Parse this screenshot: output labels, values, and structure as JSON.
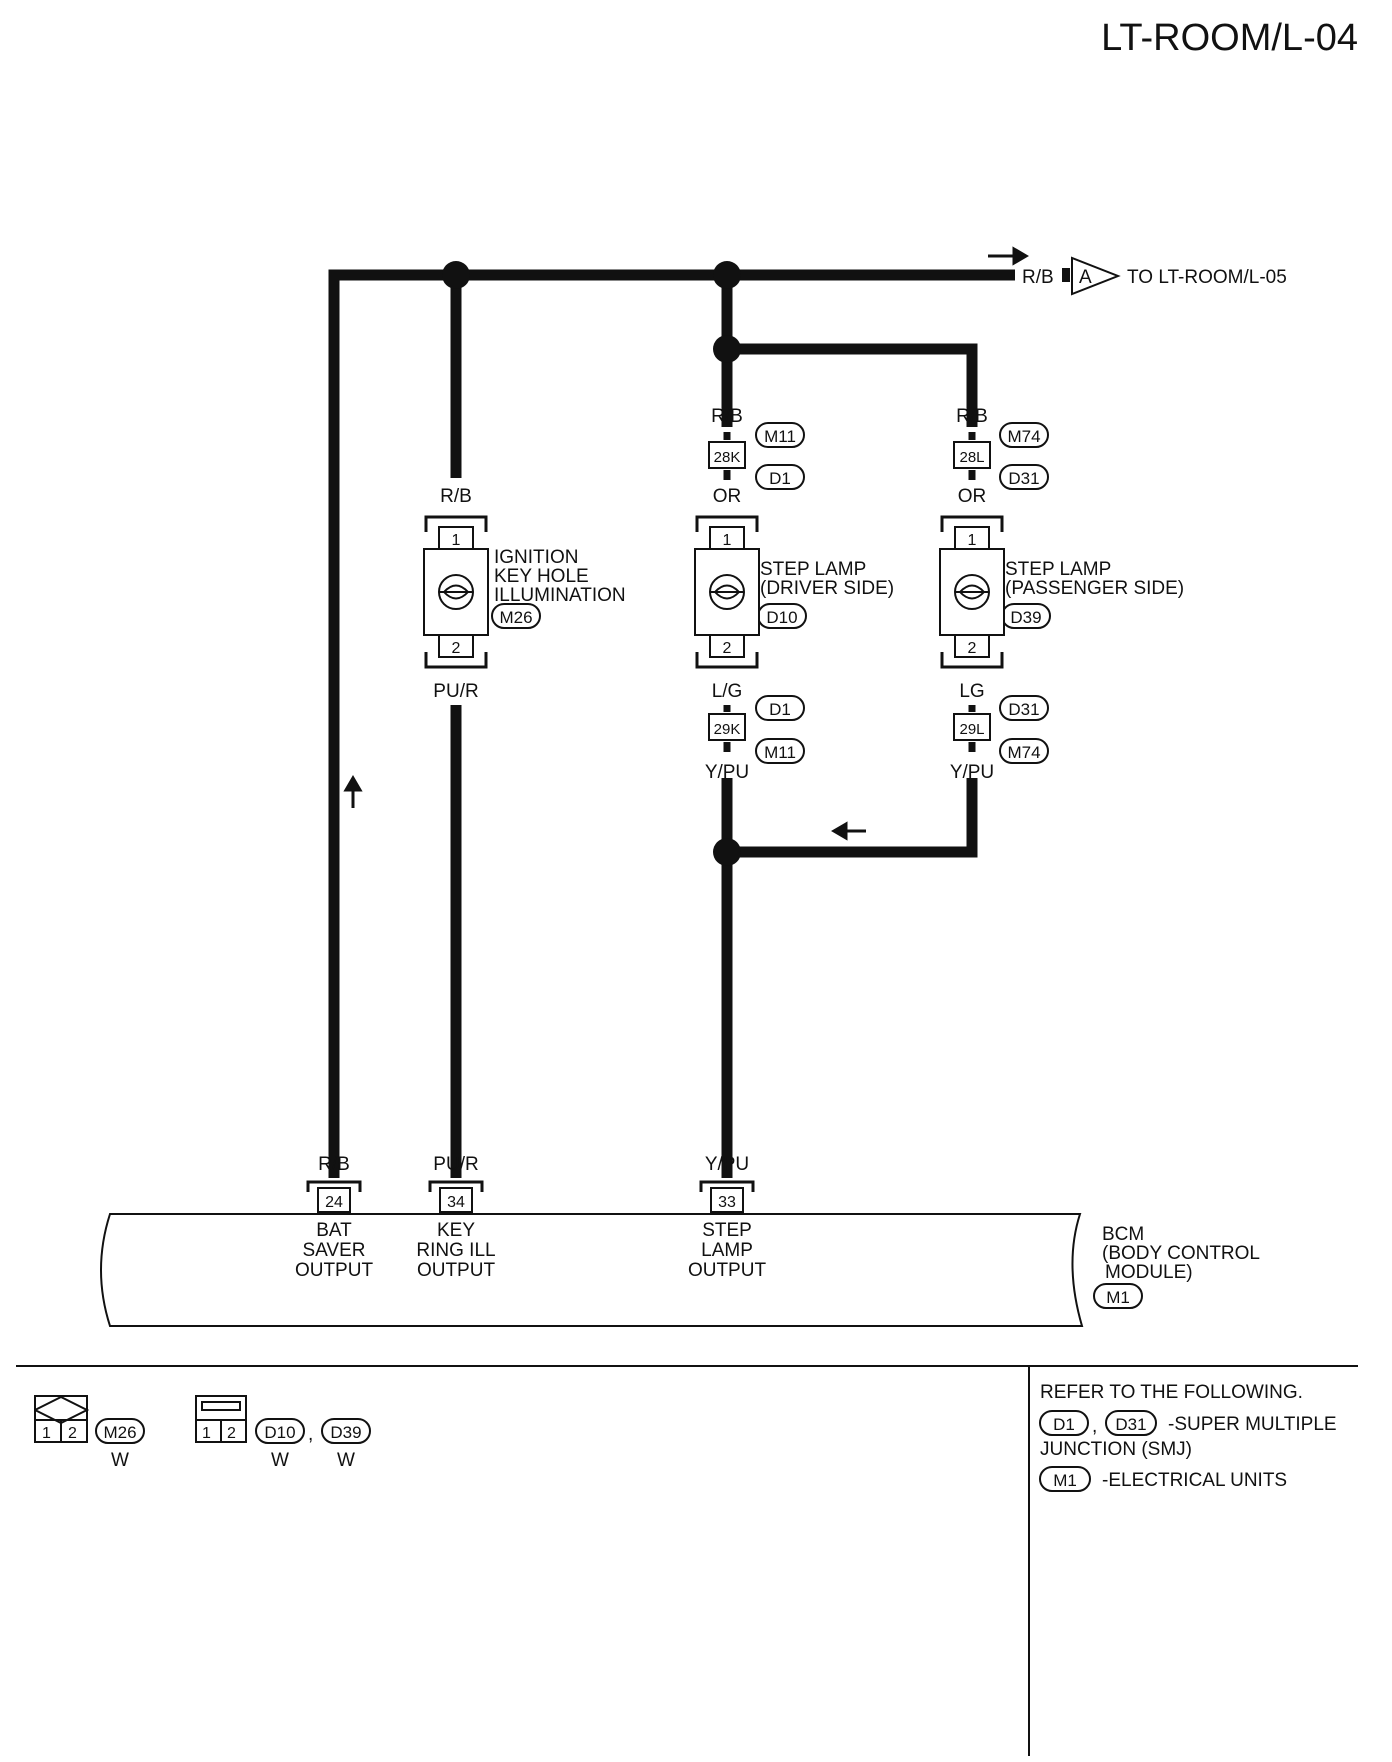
{
  "page_id": "LT-ROOM/L-04",
  "offpage": {
    "wire": "R/B",
    "connector": "A",
    "target": "TO LT-ROOM/L-05"
  },
  "wire_colors": {
    "rb": "R/B",
    "or": "OR",
    "pur": "PU/R",
    "lg_slash": "L/G",
    "lg": "LG",
    "ypu": "Y/PU"
  },
  "connectors": {
    "m11": "M11",
    "m74": "M74",
    "d1": "D1",
    "d31": "D31",
    "m26": "M26",
    "d10": "D10",
    "d39": "D39",
    "m1": "M1"
  },
  "terminals": {
    "t28k": "28K",
    "t28l": "28L",
    "t29k": "29K",
    "t29l": "29L",
    "pin1": "1",
    "pin2": "2",
    "t24": "24",
    "t34": "34",
    "t33": "33"
  },
  "components": {
    "ignition": [
      "IGNITION",
      "KEY HOLE",
      "ILLUMINATION"
    ],
    "step_driver": [
      "STEP LAMP",
      "(DRIVER SIDE)"
    ],
    "step_passenger": [
      "STEP LAMP",
      "(PASSENGER SIDE)"
    ]
  },
  "bcm": {
    "name": [
      "BCM",
      "(BODY CONTROL",
      "MODULE)"
    ],
    "outputs": {
      "bat_saver": [
        "BAT",
        "SAVER",
        "OUTPUT"
      ],
      "key_ring": [
        "KEY",
        "RING ILL",
        "OUTPUT"
      ],
      "step_lamp": [
        "STEP",
        "LAMP",
        "OUTPUT"
      ]
    }
  },
  "legend": {
    "pins_a": [
      "1",
      "2"
    ],
    "pins_b": [
      "1",
      "2"
    ],
    "conn_colors": [
      "W",
      "W",
      "W"
    ],
    "comma": ",",
    "refer": "REFER TO THE FOLLOWING.",
    "smj_suffix": "-SUPER MULTIPLE",
    "smj_line2": "JUNCTION (SMJ)",
    "elec_units": "-ELECTRICAL UNITS"
  },
  "colors": {
    "ink": "#111111",
    "paper": "#ffffff"
  }
}
